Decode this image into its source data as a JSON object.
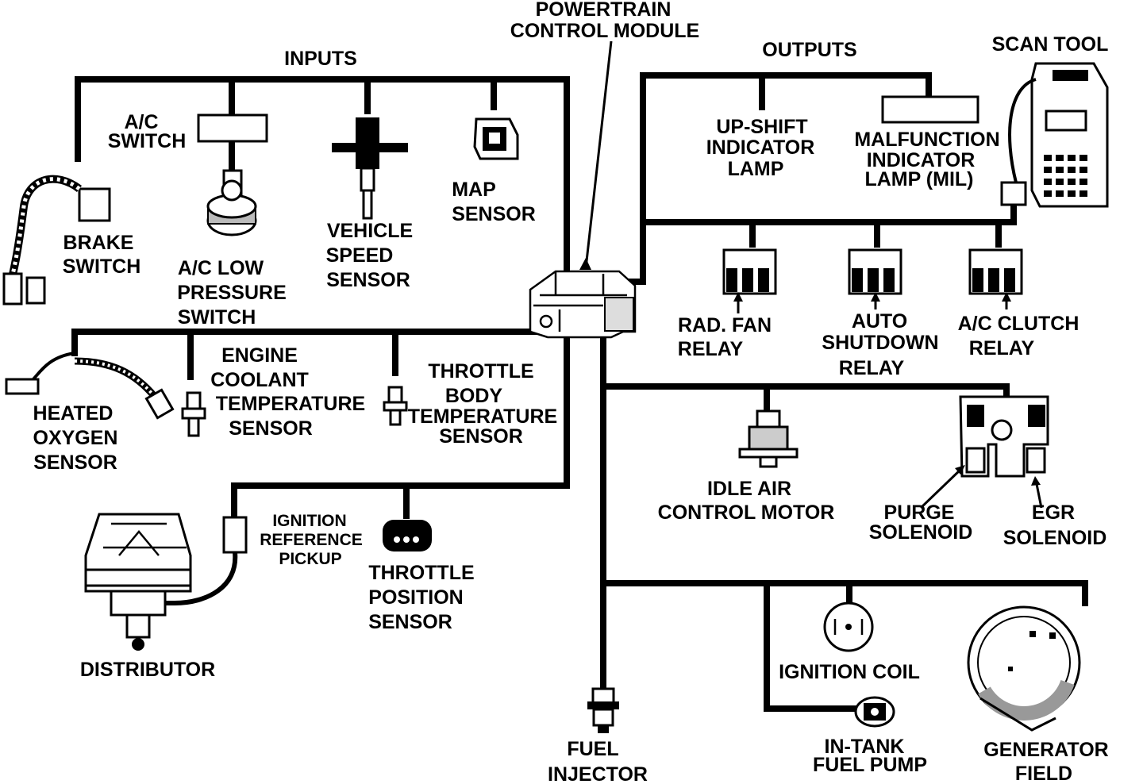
{
  "title": [
    "POWERTRAIN",
    "CONTROL MODULE"
  ],
  "sections": {
    "inputs": "INPUTS",
    "outputs": "OUTPUTS"
  },
  "scan_tool": "SCAN TOOL",
  "inputs": {
    "ac_switch": [
      "A/C",
      "SWITCH"
    ],
    "brake_switch": [
      "BRAKE",
      "SWITCH"
    ],
    "ac_low_pressure_switch": [
      "A/C LOW",
      "PRESSURE",
      "SWITCH"
    ],
    "vehicle_speed_sensor": [
      "VEHICLE",
      "SPEED",
      "SENSOR"
    ],
    "map_sensor": [
      "MAP",
      "SENSOR"
    ],
    "heated_oxygen_sensor": [
      "HEATED",
      "OXYGEN",
      "SENSOR"
    ],
    "engine_coolant_sensor": [
      "ENGINE",
      "COOLANT",
      "TEMPERATURE",
      "SENSOR"
    ],
    "throttle_body_sensor": [
      "THROTTLE",
      "BODY",
      "TEMPERATURE",
      "SENSOR"
    ],
    "ignition_reference": [
      "IGNITION",
      "REFERENCE",
      "PICKUP"
    ],
    "throttle_position_sensor": [
      "THROTTLE",
      "POSITION",
      "SENSOR"
    ],
    "distributor": "DISTRIBUTOR"
  },
  "outputs": {
    "upshift_lamp": [
      "UP-SHIFT",
      "INDICATOR",
      "LAMP"
    ],
    "mil": [
      "MALFUNCTION",
      "INDICATOR",
      "LAMP (MIL)"
    ],
    "rad_fan_relay": [
      "RAD. FAN",
      "RELAY"
    ],
    "auto_shutdown_relay": [
      "AUTO",
      "SHUTDOWN",
      "RELAY"
    ],
    "ac_clutch_relay": [
      "A/C CLUTCH",
      "RELAY"
    ],
    "idle_air_control_motor": [
      "IDLE AIR",
      "CONTROL  MOTOR"
    ],
    "purge_solenoid": [
      "PURGE",
      "SOLENOID"
    ],
    "egr_solenoid": [
      "EGR",
      "SOLENOID"
    ],
    "fuel_injector": [
      "FUEL",
      "INJECTOR"
    ],
    "ignition_coil": "IGNITION COIL",
    "in_tank_fuel_pump": [
      "IN-TANK",
      "FUEL PUMP"
    ],
    "generator_field": [
      "GENERATOR",
      "FIELD"
    ]
  }
}
